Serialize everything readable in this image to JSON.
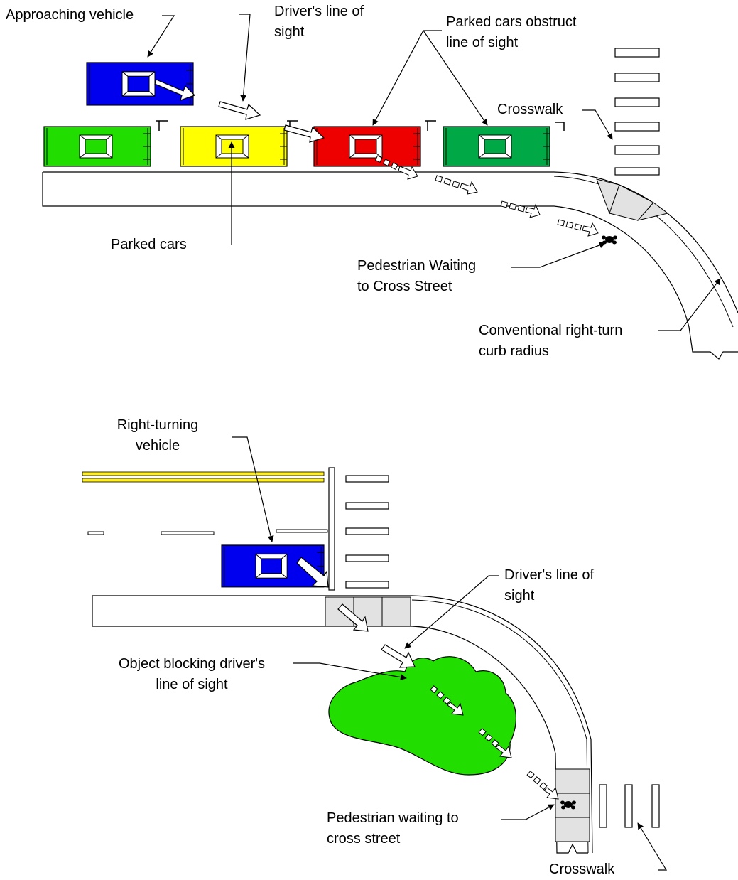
{
  "top_panel": {
    "labels": {
      "approaching_vehicle": "Approaching vehicle",
      "drivers_line_of_sight": "Driver's line of\nsight",
      "parked_cars_obstruct": "Parked cars obstruct\nline of sight",
      "crosswalk": "Crosswalk",
      "parked_cars": "Parked cars",
      "pedestrian_waiting": "Pedestrian Waiting\nto Cross Street",
      "curb_radius": "Conventional right-turn\ncurb radius"
    }
  },
  "bottom_panel": {
    "labels": {
      "right_turning_vehicle": "Right-turning\nvehicle",
      "drivers_line_of_sight": "Driver's line of\nsight",
      "object_blocking": "Object blocking driver's\nline of sight",
      "pedestrian_waiting": "Pedestrian waiting to\ncross street",
      "crosswalk": "Crosswalk"
    }
  },
  "colors": {
    "blue_car": "#0000ee",
    "light_green_car": "#22dd00",
    "yellow_car": "#ffff00",
    "red_car": "#ee0000",
    "dark_green_car": "#00a846",
    "bush": "#22dd00",
    "yellow_line": "#ffee22",
    "sidewalk_ramp": "#e2e2e2"
  }
}
